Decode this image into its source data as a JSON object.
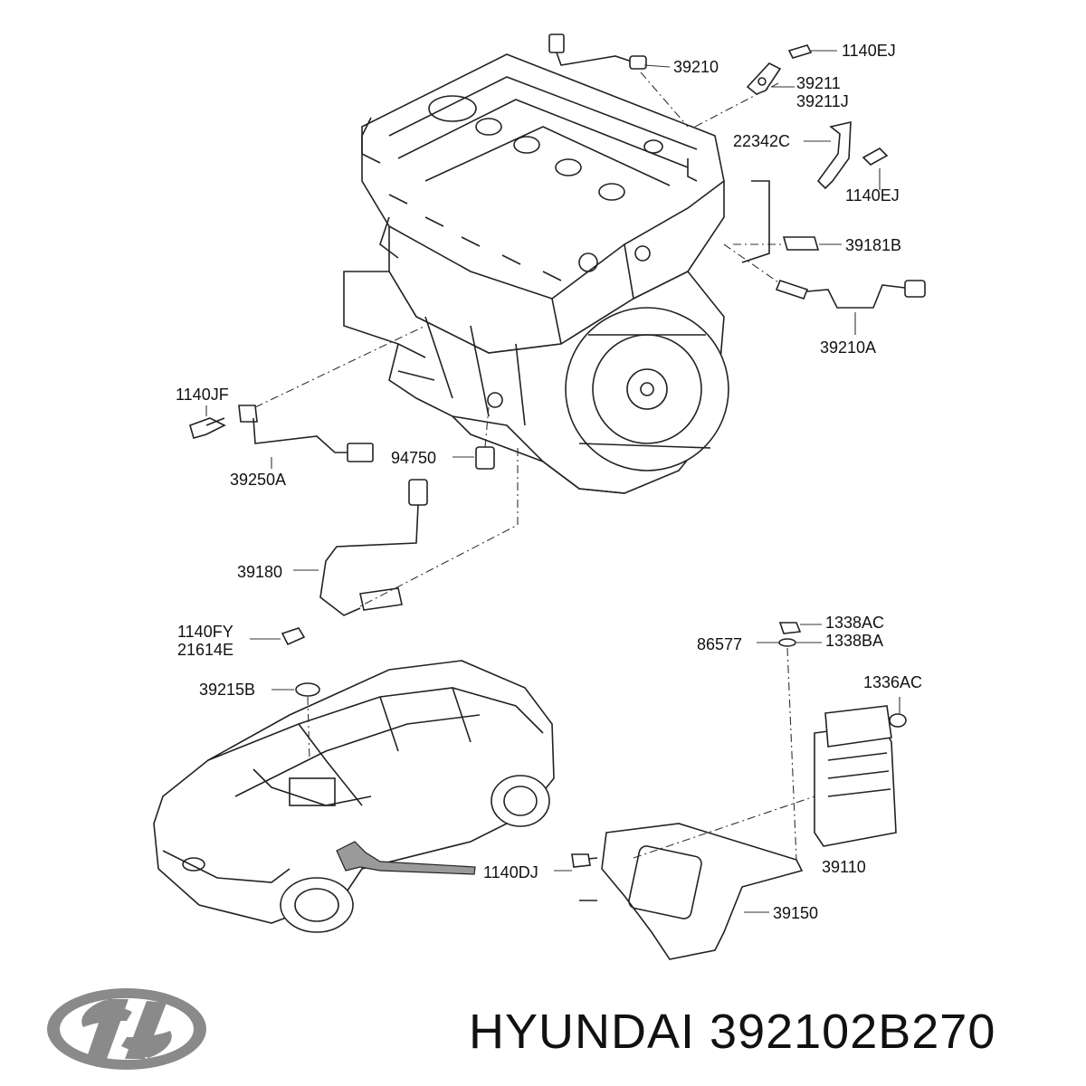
{
  "brand": {
    "name": "HYUNDAI",
    "part_number": "392102B270",
    "logo_icon": "hyundai-logo-icon"
  },
  "callouts": {
    "c_39210": "39210",
    "c_1140ej_top": "1140EJ",
    "c_39211": "39211",
    "c_39211j": "39211J",
    "c_22342c": "22342C",
    "c_1140ej_mid": "1140EJ",
    "c_39181b": "39181B",
    "c_39210a": "39210A",
    "c_1140jf": "1140JF",
    "c_39250a": "39250A",
    "c_94750": "94750",
    "c_39180": "39180",
    "c_1140fy": "1140FY",
    "c_21614e": "21614E",
    "c_1338ac": "1338AC",
    "c_86577": "86577",
    "c_1338ba": "1338BA",
    "c_1336ac": "1336AC",
    "c_39215b": "39215B",
    "c_1140dj": "1140DJ",
    "c_39110": "39110",
    "c_39150": "39150"
  },
  "colors": {
    "ink": "#111111",
    "logo_gray": "#8a8a8a",
    "background": "#ffffff"
  }
}
